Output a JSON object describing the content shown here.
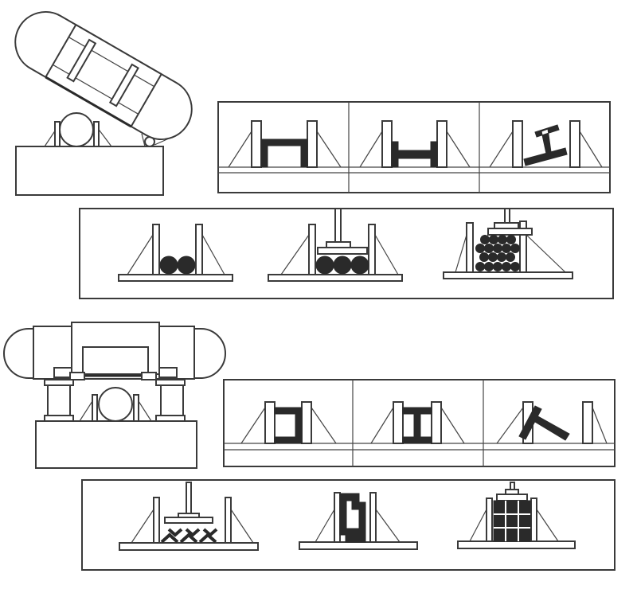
{
  "colors": {
    "line": "#3a3a3a",
    "fill_dark": "#2a2a2a",
    "background": "#ffffff"
  },
  "figure": {
    "saws": [
      "tilted-band-saw",
      "horizontal-band-saw"
    ],
    "panels": [
      {
        "row": 1,
        "items": [
          "channel",
          "h-beam",
          "t-beam"
        ]
      },
      {
        "row": 2,
        "items": [
          "two-round-bars",
          "three-round-bars-clamped",
          "bundled-round-bars"
        ]
      },
      {
        "row": 3,
        "items": [
          "channel-upright",
          "i-beam",
          "t-beam-tilted"
        ]
      },
      {
        "row": 4,
        "items": [
          "angle-bundle",
          "z-section",
          "tube-bundle"
        ]
      }
    ]
  }
}
